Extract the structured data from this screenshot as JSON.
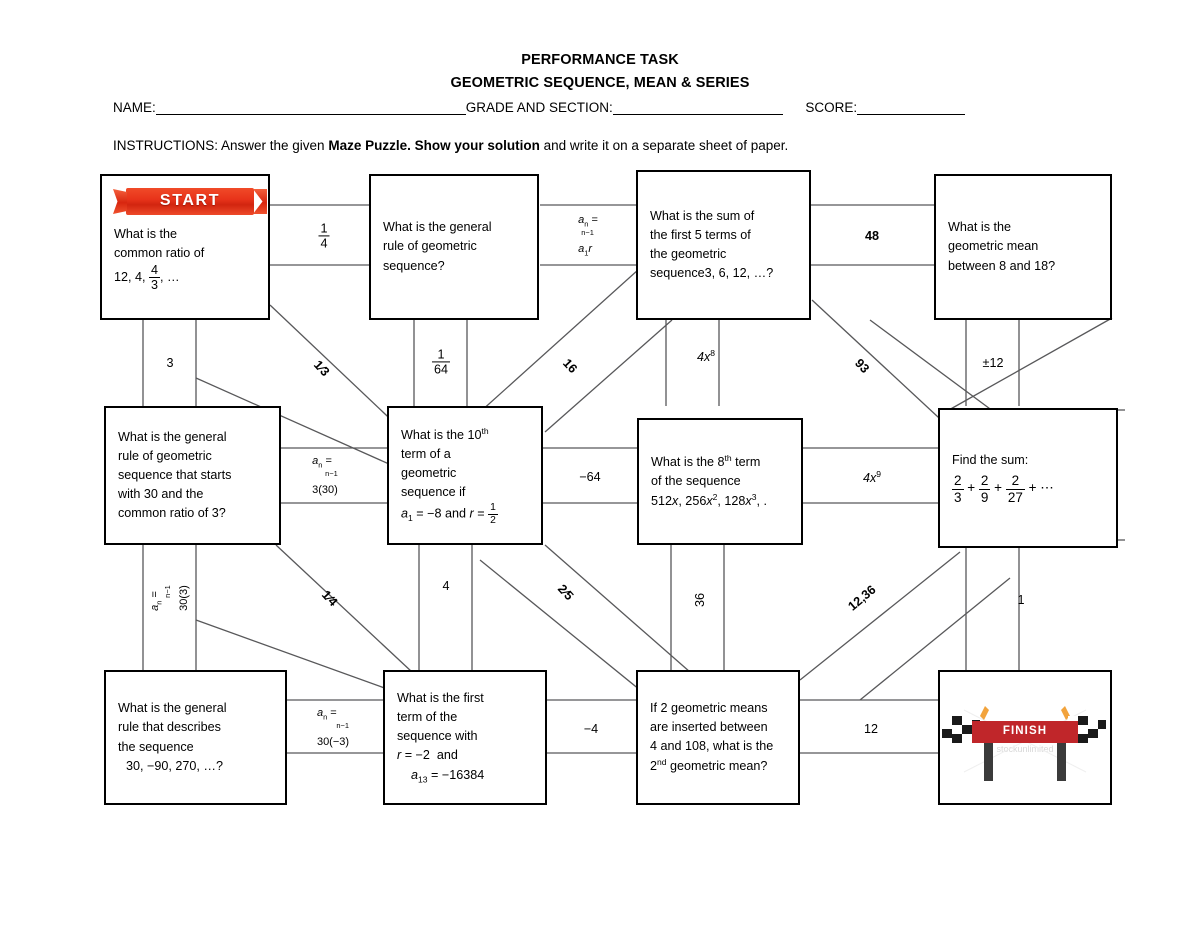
{
  "header": {
    "title_line1": "PERFORMANCE TASK",
    "title_line2": "GEOMETRIC SEQUENCE, MEAN & SERIES",
    "name_label": "NAME:",
    "grade_label": "GRADE AND SECTION:",
    "score_label": "SCORE:",
    "instructions_prefix": "INSTRUCTIONS: Answer the given ",
    "instructions_bold1": "Maze Puzzle. Show your solution",
    "instructions_suffix": " and write it on a separate sheet of paper."
  },
  "maze": {
    "start_label": "START",
    "finish_label": "FINISH",
    "finish_watermark": "stockunlimited",
    "boxes": [
      {
        "id": "q-common-ratio",
        "lines": [
          "What is the",
          "common ratio of",
          "12, 4, 4/3, …"
        ]
      },
      {
        "id": "q-general-rule",
        "lines": [
          "What is the general",
          "rule of geometric",
          "sequence?"
        ]
      },
      {
        "id": "q-sum-first-5",
        "lines": [
          "What is the sum of",
          "the first 5 terms of",
          "the geometric",
          "sequence3, 6, 12, …?"
        ]
      },
      {
        "id": "q-geometric-mean",
        "lines": [
          "What is the",
          "geometric mean",
          "between 8 and 18?"
        ]
      },
      {
        "id": "q-rule-starts-30",
        "lines": [
          "What is the general",
          "rule of geometric",
          "sequence that starts",
          "with 30 and the",
          "common ratio of 3?"
        ]
      },
      {
        "id": "q-10th-term",
        "lines": [
          "What is the 10th",
          "term of a",
          "geometric",
          "sequence if",
          "a₁ = −8 and r = 1/2"
        ]
      },
      {
        "id": "q-8th-term",
        "lines": [
          "What is the 8th term",
          "of the sequence",
          "512x, 256x², 128x³, ."
        ]
      },
      {
        "id": "q-find-sum",
        "lines": [
          "Find the sum:",
          "2/3 + 2/9 + 2/27 + ⋯"
        ]
      },
      {
        "id": "q-rule-describes",
        "lines": [
          "What is the general",
          "rule that describes",
          "the sequence",
          "30, −90, 270, …?"
        ]
      },
      {
        "id": "q-first-term",
        "lines": [
          "What is the first",
          "term of the",
          "sequence with",
          "r = −2  and",
          "a₁₃ = −16384"
        ]
      },
      {
        "id": "q-two-geo-means",
        "lines": [
          "If 2 geometric means",
          "are inserted between",
          "4 and 108, what is the",
          "2nd geometric mean?"
        ]
      }
    ],
    "edge_labels": [
      {
        "id": "lbl-one-fourth",
        "text": "1/4"
      },
      {
        "id": "lbl-general-formula-top",
        "text": "aₙ = a₁rⁿ⁻¹"
      },
      {
        "id": "lbl-48",
        "text": "48"
      },
      {
        "id": "lbl-3",
        "text": "3"
      },
      {
        "id": "lbl-one-third",
        "text": "1/3"
      },
      {
        "id": "lbl-one-sixtyfourth",
        "text": "1/64"
      },
      {
        "id": "lbl-16",
        "text": "16"
      },
      {
        "id": "lbl-4x8",
        "text": "4x⁸"
      },
      {
        "id": "lbl-93",
        "text": "93"
      },
      {
        "id": "lbl-plusminus-12",
        "text": "±12"
      },
      {
        "id": "lbl-formula-3-30",
        "text": "aₙ = 3(30)ⁿ⁻¹"
      },
      {
        "id": "lbl-neg-64",
        "text": "−64"
      },
      {
        "id": "lbl-4x9",
        "text": "4x⁹"
      },
      {
        "id": "lbl-formula-30-3",
        "text": "aₙ = 30(3)ⁿ⁻¹"
      },
      {
        "id": "lbl-one-fourth-diag",
        "text": "1/4"
      },
      {
        "id": "lbl-4",
        "text": "4"
      },
      {
        "id": "lbl-two-fifths",
        "text": "2/5"
      },
      {
        "id": "lbl-36",
        "text": "36"
      },
      {
        "id": "lbl-12-36",
        "text": "12,36"
      },
      {
        "id": "lbl-1",
        "text": "1"
      },
      {
        "id": "lbl-formula-30-neg3",
        "text": "aₙ = 30(−3)ⁿ⁻¹"
      },
      {
        "id": "lbl-neg-4",
        "text": "−4"
      },
      {
        "id": "lbl-12",
        "text": "12"
      }
    ]
  },
  "colors": {
    "start_red": "#e8331a",
    "finish_red": "#c0262a",
    "line": "#58585a",
    "border": "#000000",
    "flag_pole": "#f2a33c",
    "post": "#3b3b3b"
  }
}
